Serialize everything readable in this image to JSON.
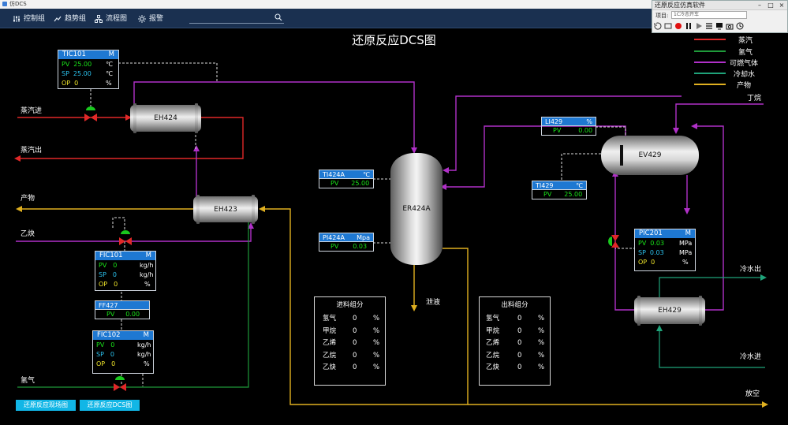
{
  "window": {
    "title": "仿DCS"
  },
  "toolbar": {
    "items": [
      "控制组",
      "趋势组",
      "流程图",
      "报警"
    ],
    "search_placeholder": ""
  },
  "sim_panel": {
    "title": "还原反应仿真软件",
    "project_label": "项目:",
    "project_value": "1C冷态开车"
  },
  "page_title": "还原反应DCS图",
  "legend": [
    {
      "label": "蒸汽",
      "color": "#e02828"
    },
    {
      "label": "氢气",
      "color": "#1f9a3a"
    },
    {
      "label": "可燃气体",
      "color": "#b030c8"
    },
    {
      "label": "冷却水",
      "color": "#1fa37a"
    },
    {
      "label": "产物",
      "color": "#e0b020"
    }
  ],
  "streams": {
    "steam_in": "蒸汽进",
    "steam_out": "蒸汽出",
    "product": "产物",
    "acetylene": "乙炔",
    "hydrogen": "氢气",
    "butane": "丁烷",
    "cooling_out": "冷水出",
    "cooling_in": "冷水进",
    "drain": "泄液",
    "vent": "放空"
  },
  "equipment": {
    "eh424": "EH424",
    "eh423": "EH423",
    "er424a": "ER424A",
    "ev429": "EV429",
    "eh429": "EH429"
  },
  "tic101": {
    "tag": "TIC101",
    "mode": "M",
    "pv_label": "PV",
    "pv": "25.00",
    "pv_unit": "℃",
    "sp_label": "SP",
    "sp": "25.00",
    "sp_unit": "℃",
    "op_label": "OP",
    "op": "0",
    "op_unit": "%"
  },
  "fic101": {
    "tag": "FIC101",
    "mode": "M",
    "pv_label": "PV",
    "pv": "0",
    "pv_unit": "kg/h",
    "sp_label": "SP",
    "sp": "0",
    "sp_unit": "kg/h",
    "op_label": "OP",
    "op": "0",
    "op_unit": "%"
  },
  "ff427": {
    "tag": "FF427",
    "pv_label": "PV",
    "pv": "0.00"
  },
  "fic102": {
    "tag": "FIC102",
    "mode": "M",
    "pv_label": "PV",
    "pv": "0",
    "pv_unit": "kg/h",
    "sp_label": "SP",
    "sp": "0",
    "sp_unit": "kg/h",
    "op_label": "OP",
    "op": "0",
    "op_unit": "%"
  },
  "ti424a": {
    "tag": "TI424A",
    "unit": "℃",
    "pv_label": "PV",
    "pv": "25.00"
  },
  "pi424a": {
    "tag": "PI424A",
    "unit": "Mpa",
    "pv_label": "PV",
    "pv": "0.03"
  },
  "li429": {
    "tag": "LI429",
    "unit": "%",
    "pv_label": "PV",
    "pv": "0.00"
  },
  "ti429": {
    "tag": "TI429",
    "unit": "℃",
    "pv_label": "PV",
    "pv": "25.00"
  },
  "pic201": {
    "tag": "PIC201",
    "mode": "M",
    "pv_label": "PV",
    "pv": "0.03",
    "pv_unit": "MPa",
    "sp_label": "SP",
    "sp": "0.03",
    "sp_unit": "MPa",
    "op_label": "OP",
    "op": "0",
    "op_unit": "%"
  },
  "feed_comp": {
    "title": "进料组分",
    "rows": [
      {
        "name": "氢气",
        "value": "0",
        "unit": "%"
      },
      {
        "name": "甲烷",
        "value": "0",
        "unit": "%"
      },
      {
        "name": "乙烯",
        "value": "0",
        "unit": "%"
      },
      {
        "name": "乙烷",
        "value": "0",
        "unit": "%"
      },
      {
        "name": "乙炔",
        "value": "0",
        "unit": "%"
      }
    ]
  },
  "out_comp": {
    "title": "出料组分",
    "rows": [
      {
        "name": "氢气",
        "value": "0",
        "unit": "%"
      },
      {
        "name": "甲烷",
        "value": "0",
        "unit": "%"
      },
      {
        "name": "乙烯",
        "value": "0",
        "unit": "%"
      },
      {
        "name": "乙烷",
        "value": "0",
        "unit": "%"
      },
      {
        "name": "乙炔",
        "value": "0",
        "unit": "%"
      }
    ]
  },
  "nav": {
    "field_view": "还原反应现场图",
    "dcs_view": "还原反应DCS图"
  }
}
